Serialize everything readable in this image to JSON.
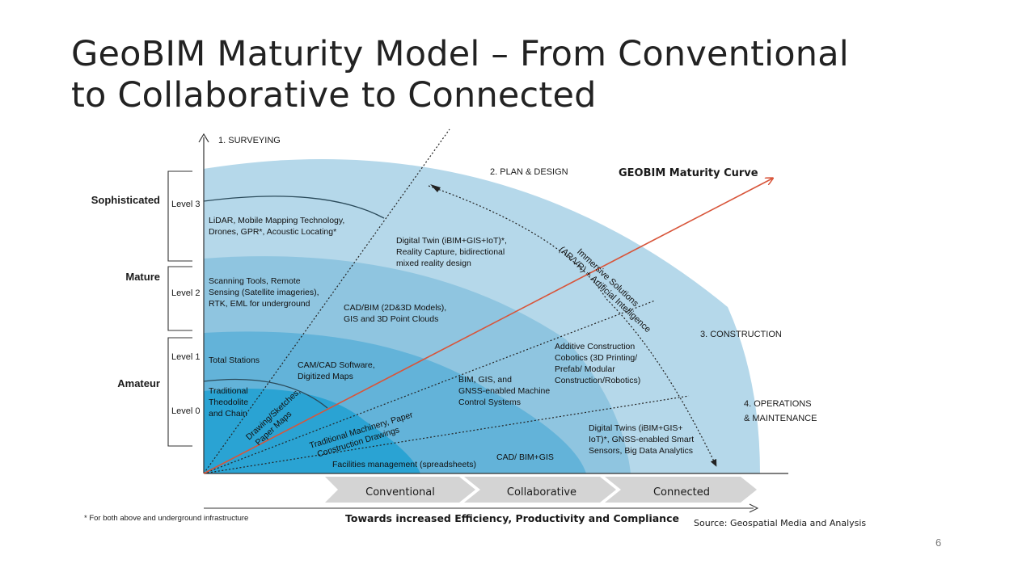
{
  "title": {
    "line1": "GeoBIM Maturity Model – From Conventional",
    "line2": "to Collaborative to Connected"
  },
  "page_number": "6",
  "colors": {
    "band_outer": "#b5d8ea",
    "band_2": "#8fc5e0",
    "band_3": "#63b3d9",
    "band_inner": "#2aa3d3",
    "curve_arrow": "#d8553a",
    "phase_arrow": "#d4d4d4"
  },
  "maturity_levels": [
    {
      "name": "Sophisticated",
      "level": "Level 3"
    },
    {
      "name": "Mature",
      "level": "Level 2"
    },
    {
      "name": "Amateur",
      "levels": [
        "Level 1",
        "Level 0"
      ]
    }
  ],
  "phases": {
    "surveying": "1. SURVEYING",
    "plan_design": "2. PLAN & DESIGN",
    "construction": "3. CONSTRUCTION",
    "operations_line1": "4. OPERATIONS",
    "operations_line2": "& MAINTENANCE"
  },
  "curve_label": "GEOBIM Maturity Curve",
  "surveying_items": {
    "level3": [
      "LiDAR, Mobile Mapping Technology,",
      "Drones, GPR*, Acoustic Locating*"
    ],
    "level2": [
      "Scanning Tools, Remote",
      "Sensing (Satellite imageries),",
      "RTK, EML for underground"
    ],
    "level1": [
      "Total Stations"
    ],
    "level0": [
      "Traditional",
      "Theodolite",
      "and Chain"
    ]
  },
  "design_items": {
    "digital_twin": [
      "Digital Twin (iBIM+GIS+IoT)*,",
      "Reality Capture, bidirectional",
      "mixed reality design"
    ],
    "cad_bim": [
      "CAD/BIM (2D&3D Models),",
      "GIS and 3D Point Clouds"
    ],
    "cam_cad": [
      "CAM/CAD Software,",
      "Digitized Maps"
    ],
    "drawing": [
      "Drawing/Sketches,",
      "Paper Maps"
    ]
  },
  "construction_items": {
    "additive": [
      "Additive Construction",
      "Cobotics (3D Printing/",
      "Prefab/ Modular",
      "Construction/Robotics)"
    ],
    "bim_gis": [
      "BIM, GIS, and",
      "GNSS-enabled Machine",
      "Control Systems"
    ],
    "traditional": [
      "Traditional Machinery, Paper",
      "Construction Drawings"
    ]
  },
  "operations_items": {
    "digital_twins": [
      "Digital Twins (iBIM+GIS+",
      "IoT)*, GNSS-enabled Smart",
      "Sensors, Big Data Analytics"
    ],
    "cad_bim_gis": [
      "CAD/ BIM+GIS"
    ],
    "facilities": [
      "Facilities management (spreadsheets)"
    ]
  },
  "immersive": [
    "Immersive Solutions",
    "(AR/VR) + Artificial Intelligence"
  ],
  "stages": [
    "Conventional",
    "Collaborative",
    "Connected"
  ],
  "footnote": "* For both above and underground infrastructure",
  "bottom_axis_label": "Towards increased Efficiency, Productivity and Compliance",
  "source": "Source: Geospatial Media and Analysis"
}
